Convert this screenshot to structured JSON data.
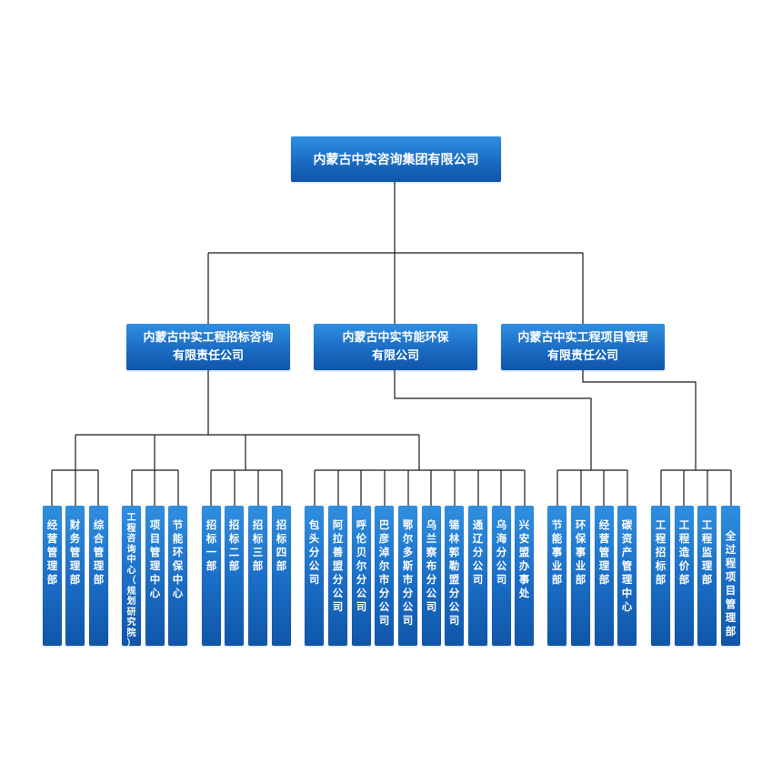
{
  "root": {
    "label": "内蒙古中实咨询集团有限公司"
  },
  "companies": [
    {
      "line1": "内蒙古中实工程招标咨询",
      "line2": "有限责任公司"
    },
    {
      "line1": "内蒙古中实节能环保",
      "line2": "有限公司"
    },
    {
      "line1": "内蒙古中实工程项目管理",
      "line2": "有限责任公司"
    }
  ],
  "departments": [
    "经营管理部",
    "财务管理部",
    "综合管理部",
    "工程咨询中心（规划研究院）",
    "项目管理中心",
    "节能环保中心",
    "招标一部",
    "招标二部",
    "招标三部",
    "招标四部",
    "包头分公司",
    "阿拉善盟分公司",
    "呼伦贝尔分公司",
    "巴彦淖尔市分公司",
    "鄂尔多斯市分公司",
    "乌兰察布分公司",
    "锡林郭勒盟分公司",
    "通辽分公司",
    "乌海分公司",
    "兴安盟办事处",
    "节能事业部",
    "环保事业部",
    "经营管理部",
    "碳资产管理中心",
    "工程招标部",
    "工程造价部",
    "工程监理部",
    "全过程项目管理部"
  ]
}
